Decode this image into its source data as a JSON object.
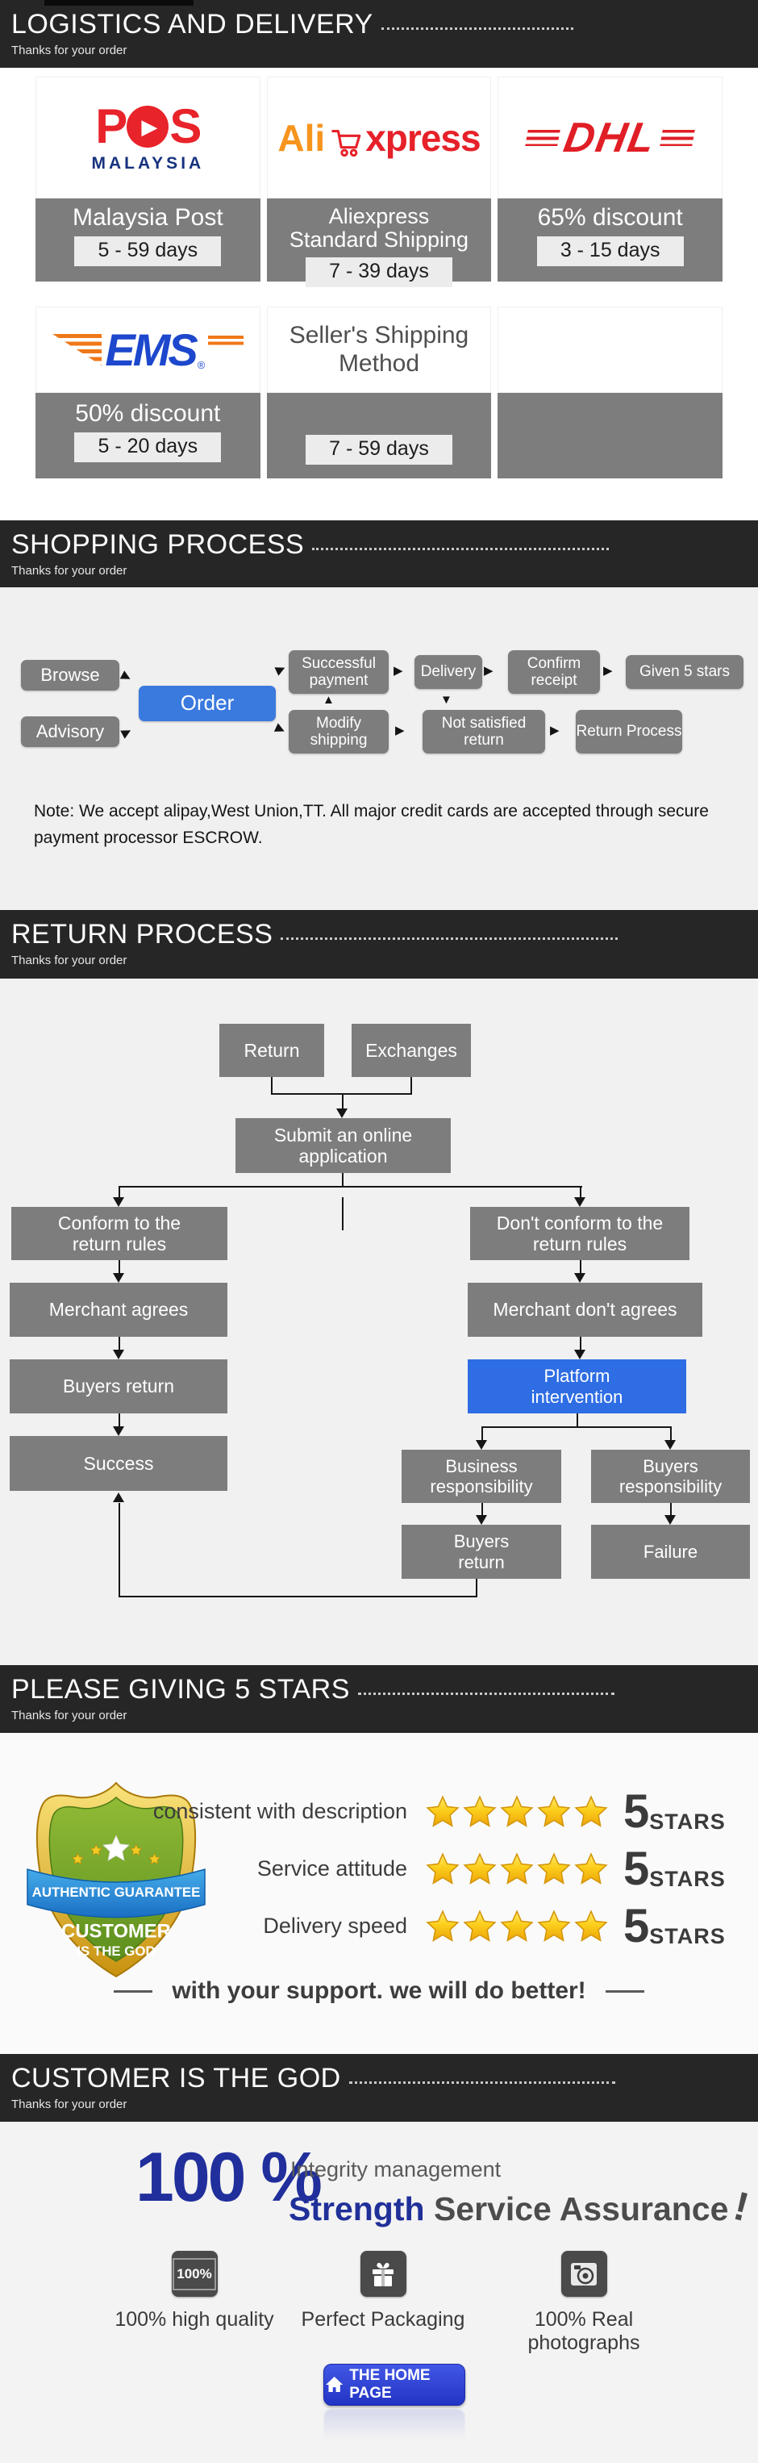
{
  "headers": {
    "logistics": {
      "title": "LOGISTICS AND DELIVERY",
      "subtitle": "Thanks for your order"
    },
    "shopping": {
      "title": "SHOPPING PROCESS",
      "subtitle": "Thanks for your order"
    },
    "returns": {
      "title": "RETURN PROCESS",
      "subtitle": "Thanks for your order"
    },
    "stars": {
      "title": "PLEASE GIVING 5 STARS",
      "subtitle": "Thanks for your order"
    },
    "customer": {
      "title": "CUSTOMER IS THE GOD",
      "subtitle": "Thanks for your order"
    }
  },
  "logistics": {
    "pos": {
      "logo_p": "P",
      "logo_s": "S",
      "logo_chevron": "▶",
      "logo_sub": "MALAYSIA",
      "name": "Malaysia Post",
      "days": "5 - 59 days"
    },
    "ali": {
      "logo_orange": "Ali",
      "logo_red": "xpress",
      "name": "Aliexpress Standard Shipping",
      "days": "7 - 39 days"
    },
    "dhl": {
      "logo": "DHL",
      "name": "65% discount",
      "days": "3 - 15 days"
    },
    "ems": {
      "logo": "EMS",
      "reg": "®",
      "name": "50% discount",
      "days": "5 - 20 days"
    },
    "seller": {
      "title": "Seller's Shipping Method",
      "days": "7 - 59 days"
    }
  },
  "shopping": {
    "flow": {
      "browse": "Browse",
      "advisory": "Advisory",
      "order": "Order",
      "successful_payment": "Successful payment",
      "delivery": "Delivery",
      "confirm_receipt": "Confirm receipt",
      "given_stars": "Given 5 stars",
      "modify_shipping": "Modify shipping",
      "not_satisfied": "Not satisfied return",
      "return_process": "Return Process"
    },
    "note": "Note: We accept alipay,West Union,TT. All major credit cards are accepted through secure payment processor ESCROW."
  },
  "returns": {
    "flow": {
      "return": "Return",
      "exchanges": "Exchanges",
      "submit": "Submit an online application",
      "conform": "Conform to the return rules",
      "dont_conform": "Don't conform to the return rules",
      "merchant_agrees": "Merchant agrees",
      "merchant_dont_agrees": "Merchant don't agrees",
      "buyers_return": "Buyers return",
      "platform": "Platform intervention",
      "success": "Success",
      "business_responsibility": "Business responsibility",
      "buyers_responsibility": "Buyers responsibility",
      "buyers_return_2": "Buyers return",
      "failure": "Failure"
    }
  },
  "stars": {
    "badge": {
      "ribbon": "AUTHENTIC GUARANTEE",
      "line1": "CUSTOMER",
      "line2": "IS THE GOD"
    },
    "rows": [
      {
        "label": "consistent with description",
        "count": 5,
        "value": "5",
        "unit": "STARS"
      },
      {
        "label": "Service attitude",
        "count": 5,
        "value": "5",
        "unit": "STARS"
      },
      {
        "label": "Delivery speed",
        "count": 5,
        "value": "5",
        "unit": "STARS"
      }
    ],
    "support": "with your support. we will do better!"
  },
  "customer": {
    "percent": "100 %",
    "tagline_small": "Integrity management",
    "tagline_blue": "Strength",
    "tagline_dark": "Service Assurance",
    "bang": "!",
    "features": [
      {
        "icon": "badge-100-icon",
        "badge_text": "100%",
        "label": "100% high quality"
      },
      {
        "icon": "gift-icon",
        "label": "Perfect Packaging"
      },
      {
        "icon": "camera-icon",
        "label": "100% Real photographs"
      }
    ],
    "home_button": "THE HOME PAGE"
  },
  "colors": {
    "header_bg": "#262626",
    "box_gray": "#7d7d7d",
    "order_blue": "#3a7adf",
    "platform_blue": "#2e6de4",
    "star_gold": "#f5c51a",
    "brand_blue": "#202f9b",
    "pos_red": "#e8232a",
    "ali_orange": "#f7941d",
    "ali_red": "#e62129",
    "dhl_red": "#e01e26",
    "ems_blue": "#1d47cc",
    "ems_orange": "#f07818",
    "button_blue": "#2c3fd6"
  }
}
